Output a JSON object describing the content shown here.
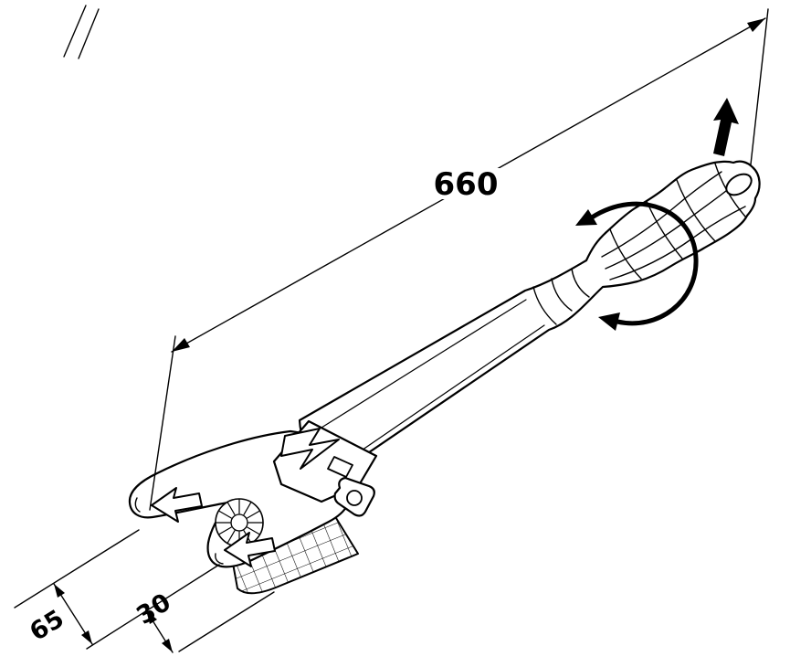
{
  "colors": {
    "background": "#ffffff",
    "ink": "#000000"
  },
  "diagram": {
    "dimension_labels": {
      "overall_length": "660",
      "head_width": "65",
      "jaw_opening": "30"
    }
  }
}
